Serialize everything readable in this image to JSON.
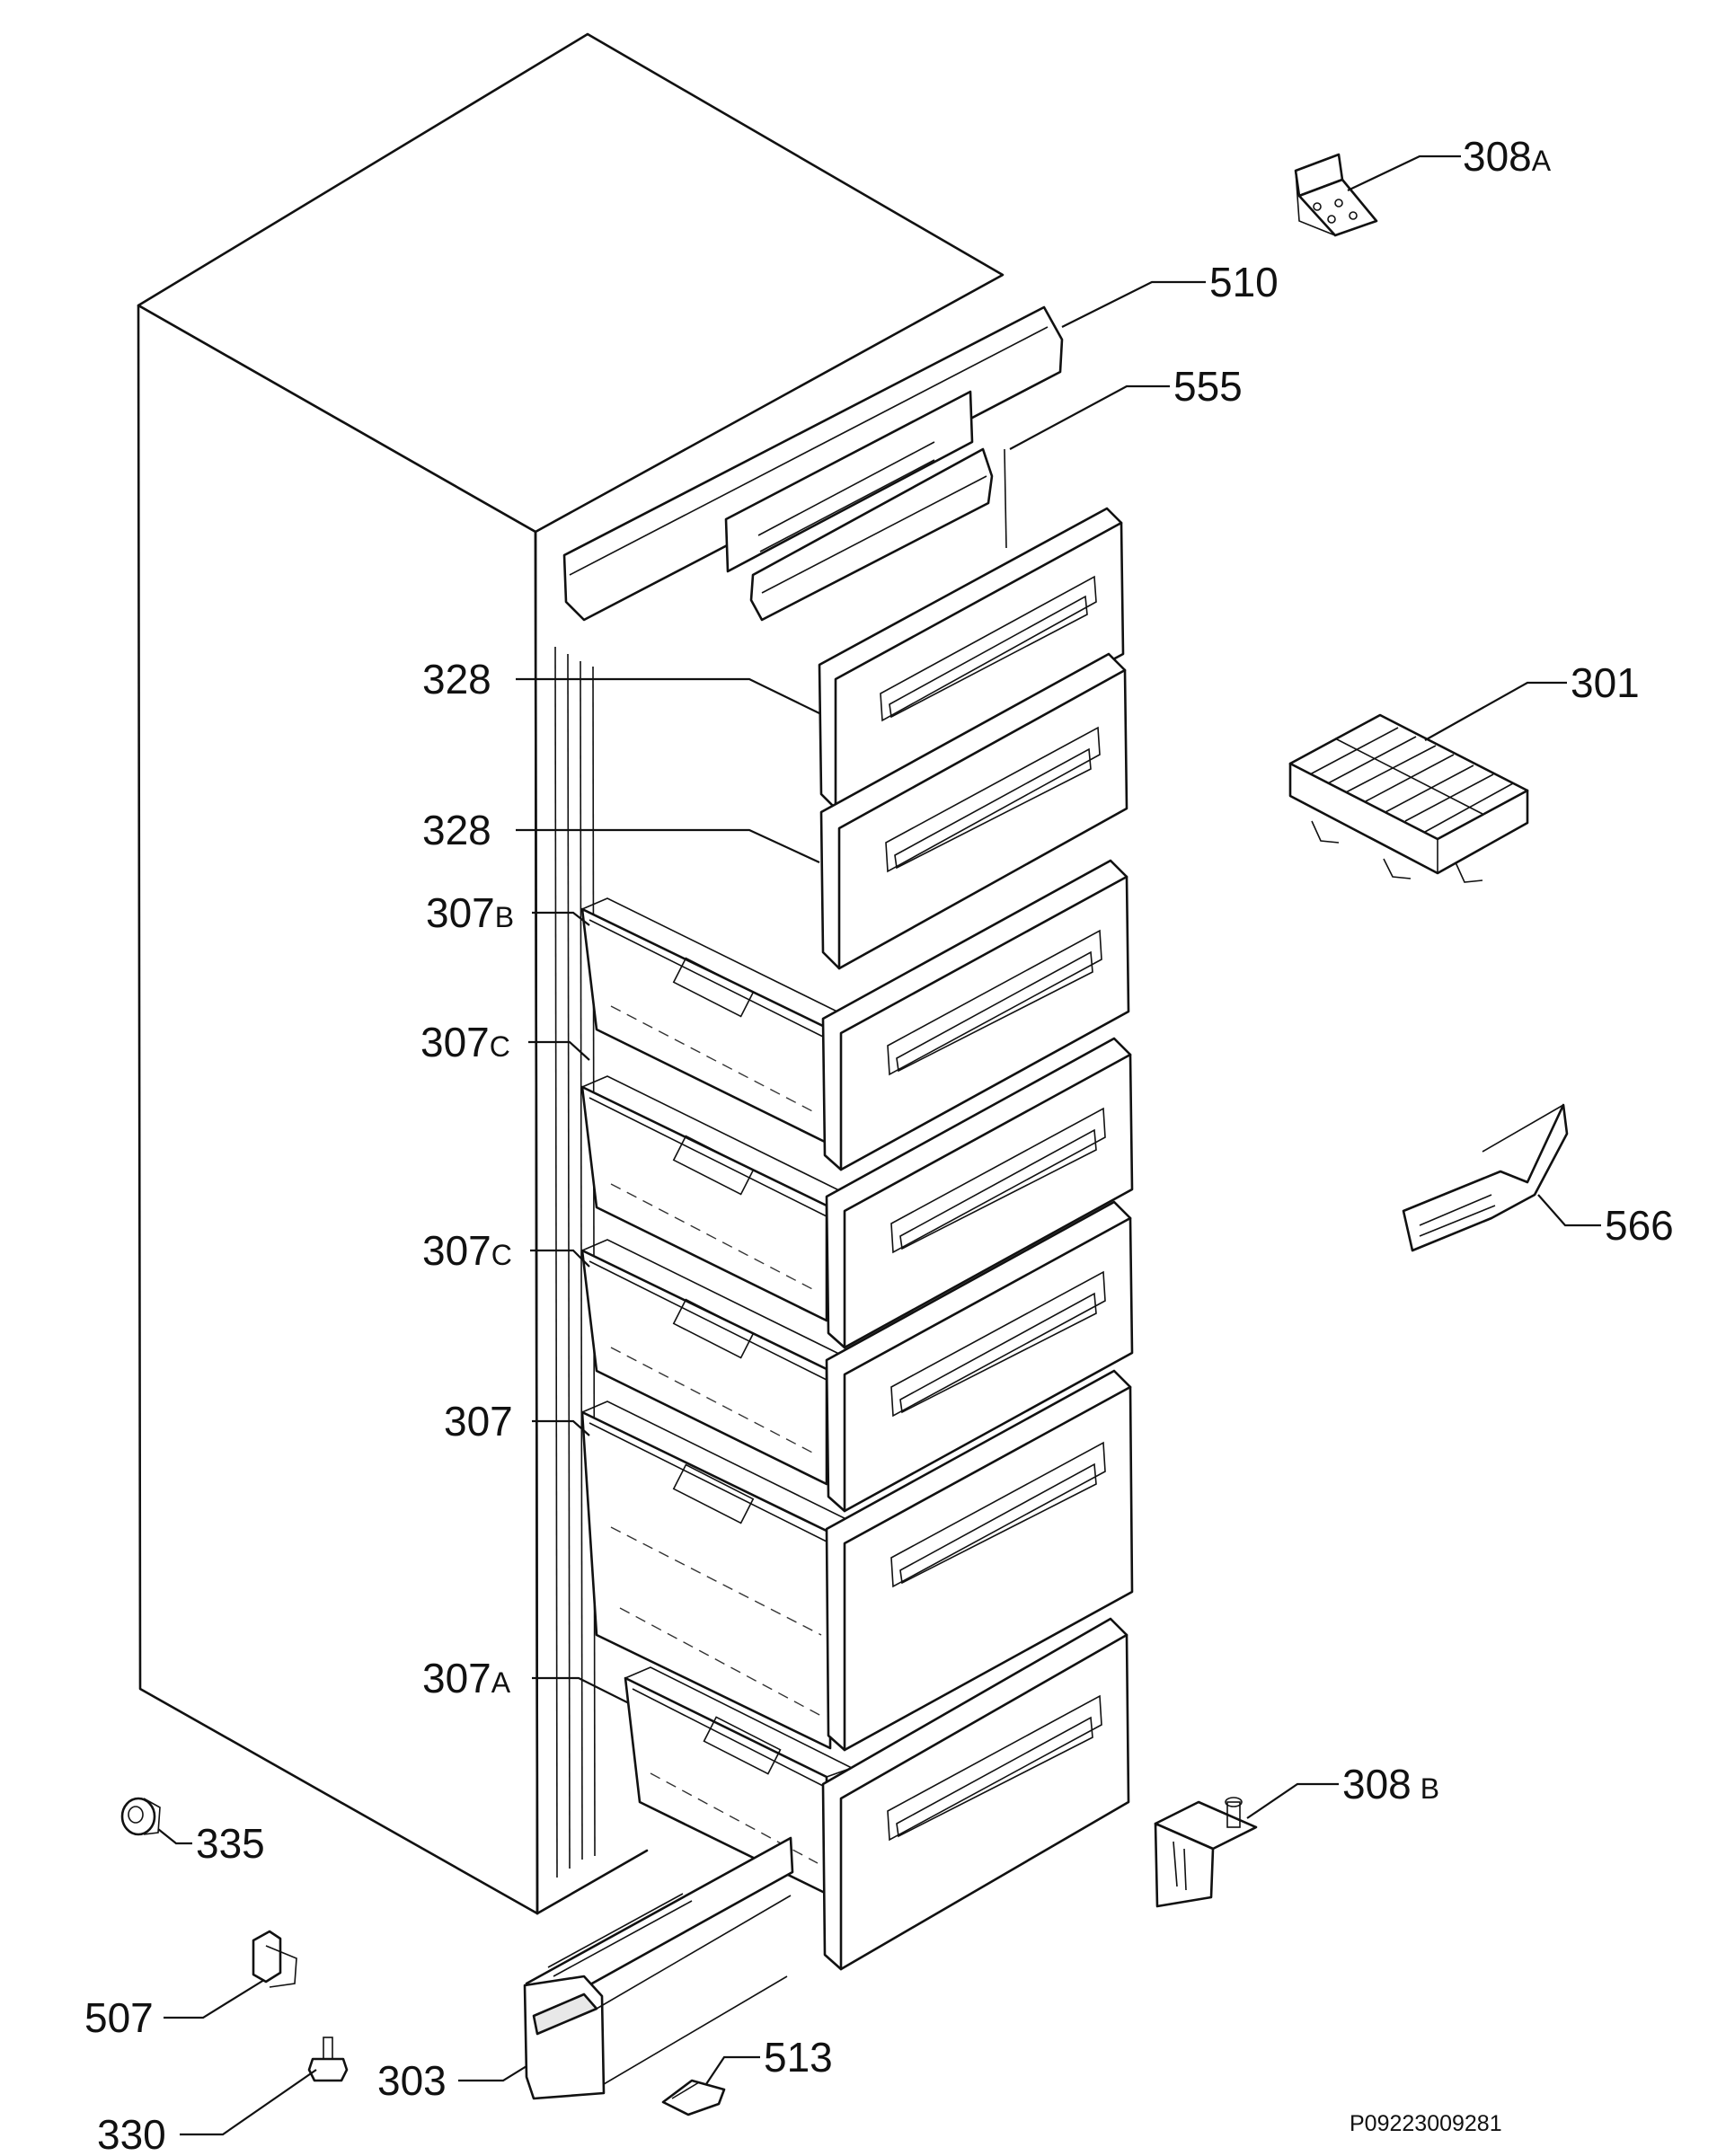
{
  "diagram": {
    "reference_code": "P09223009281",
    "labels": [
      {
        "id": "308a",
        "number": "308",
        "suffix": "A"
      },
      {
        "id": "510",
        "number": "510",
        "suffix": ""
      },
      {
        "id": "555",
        "number": "555",
        "suffix": ""
      },
      {
        "id": "328-top",
        "number": "328",
        "suffix": ""
      },
      {
        "id": "301",
        "number": "301",
        "suffix": ""
      },
      {
        "id": "328-bottom",
        "number": "328",
        "suffix": ""
      },
      {
        "id": "307b",
        "number": "307",
        "suffix": "B"
      },
      {
        "id": "307c-upper",
        "number": "307",
        "suffix": "C"
      },
      {
        "id": "566",
        "number": "566",
        "suffix": ""
      },
      {
        "id": "307c-lower",
        "number": "307",
        "suffix": "C"
      },
      {
        "id": "307",
        "number": "307",
        "suffix": ""
      },
      {
        "id": "307a",
        "number": "307",
        "suffix": "A"
      },
      {
        "id": "308b",
        "number": "308",
        "suffix": "B"
      },
      {
        "id": "335",
        "number": "335",
        "suffix": ""
      },
      {
        "id": "507",
        "number": "507",
        "suffix": ""
      },
      {
        "id": "513",
        "number": "513",
        "suffix": ""
      },
      {
        "id": "303",
        "number": "303",
        "suffix": ""
      },
      {
        "id": "330",
        "number": "330",
        "suffix": ""
      }
    ]
  }
}
